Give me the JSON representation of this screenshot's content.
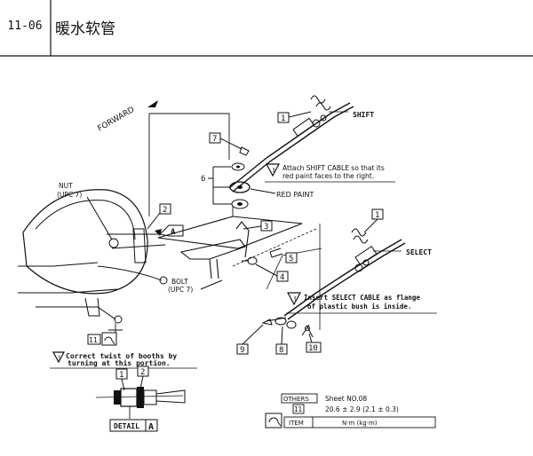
{
  "header": {
    "code": "11-06",
    "title": "暖水软管"
  },
  "labels": {
    "forward": "FORWARD",
    "shift": "SHIFT",
    "select": "SELECT",
    "red_paint": "RED PAINT",
    "attach_note_1": "Attach SHIFT CABLE so that its",
    "attach_note_2": "red paint faces to the right.",
    "insert_note_1": "Insert SELECT CABLE as flange",
    "insert_note_2": "of plastic bush is inside.",
    "correct_note_1": "Correct twist of booths by",
    "correct_note_2": "turning at this portion.",
    "nut": "NUT",
    "nut_upc": "(UPC 7)",
    "bolt": "BOLT",
    "bolt_upc": "(UPC 7)",
    "detail": "DETAIL",
    "detail_letter": "A",
    "view_a": "A"
  },
  "callouts": {
    "c1_shift": "1",
    "c1_select": "1",
    "c2": "2",
    "c3": "3",
    "c4": "4",
    "c5": "5",
    "c6": "6",
    "c7": "7",
    "c8": "8",
    "c9": "9",
    "c10": "10",
    "c11": "11",
    "d1": "1",
    "d2": "2"
  },
  "table": {
    "others": "OTHERS",
    "sheet": "Sheet NO.08",
    "row_id": "11",
    "torque": "20.6 ± 2.9 (2.1 ± 0.3)",
    "item": "ITEM",
    "unit": "N·m (kg·m)"
  }
}
